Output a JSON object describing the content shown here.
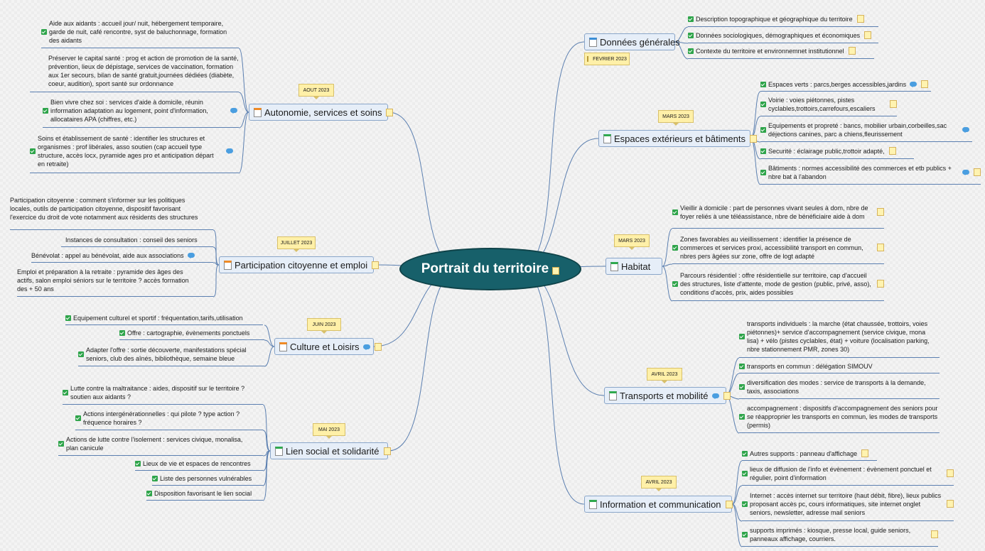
{
  "central": {
    "title": "Portrait du territoire"
  },
  "branches": [
    {
      "id": "donnees",
      "label": "Données générales",
      "date": "FEVRIER 2023",
      "leaves": [
        "Description topographique et géographique du territoire",
        "Données sociologiques, démographiques et économiques",
        "Contexte du territoire et environnemnet institutionnel"
      ]
    },
    {
      "id": "espaces",
      "label": "Espaces extérieurs et bâtiments",
      "date": "MARS 2023",
      "leaves": [
        "Espaces verts : parcs,berges accessibles,jardins",
        "Voirie : voies piétonnes, pistes cyclables,trottoirs,carrefours,escaliers",
        "Equipements et propreté : bancs, mobilier urbain,corbeilles,sac déjections canines, parc a chiens,fleurissement",
        "Securité : éclairage public,trottoir adapté,",
        "Bâtiments : normes accessibilité des commerces et etb publics + nbre bat à l'abandon"
      ]
    },
    {
      "id": "habitat",
      "label": "Habitat",
      "date": "MARS 2023",
      "leaves": [
        "Vieillir à domicile : part de personnes vivant seules à dom, nbre de foyer reliés à une téléassistance, nbre de bénéficiaire aide à dom",
        "Zones favorables au vieillissement : identifier la présence de commerces et services proxi, accessibilité transport en commun, nbres pers âgées sur zone, offre de logt adapté",
        "Parcours résidentiel : offre résidentielle sur territoire, cap d'accueil des structures, liste d'attente, mode de gestion (public, privé, asso), conditions d'accès, prix, aides possibles"
      ]
    },
    {
      "id": "transports",
      "label": "Transports et mobilité",
      "date": "AVRIL 2023",
      "leaves": [
        "transports individuels : la marche (état chaussée, trottoirs, voies piétonnes)+ service d'accompagnement (service civique, mona lisa) + vélo (pistes cyclables, état) + voiture (localisation parking, nbre stationnement PMR, zones 30)",
        "transports en commun : délégation SIMOUV",
        "diversification des modes : service de transports à la demande, taxis, associations",
        "accompagnement : dispositifs d'accompagnement des seniors pour se réapproprier les transports en commun, les modes de transports (permis)"
      ]
    },
    {
      "id": "information",
      "label": "Information et communication",
      "date": "AVRIL 2023",
      "leaves": [
        "Autres supports : panneau d'affichage",
        "lieux de diffusion de l'info et évènement : évènement ponctuel et régulier, point d'information",
        "Internet : accès internet sur territoire (haut débit, fibre), lieux publics proposant accès pc, cours informatiques, site internet onglet seniors, newsletter, adresse mail seniors",
        "supports imprimés : kiosque, presse local, guide seniors, panneaux affichage, courriers."
      ]
    },
    {
      "id": "autonomie",
      "label": "Autonomie, services et soins",
      "date": "AOUT 2023",
      "leaves": [
        "Aide aux aidants : accueil jour/ nuit, hébergement temporaire, garde de nuit, café rencontre, syst de baluchonnage, formation des aidants",
        "Préserver le capital santé : prog et action de promotion de la santé, prévention, lieux de dépistage, services de vaccination, formation aux 1er secours, bilan de santé gratuit,journées dédiées (diabète, coeur, audition), sport santé sur ordonnance",
        "Bien vivre chez soi : services d'aide à domicile, réunin information adaptation au logement, point d'information, allocataires APA (chiffres, etc.)",
        "Soins et établissement de santé : identifier les structures et organismes : prof libérales, asso soutien (cap accueil type structure, accès locx, pyramide ages pro et anticipation départ en retraite)"
      ]
    },
    {
      "id": "participation",
      "label": "Participation citoyenne et emploi",
      "date": "JUILLET 2023",
      "leaves": [
        "Participation citoyenne : comment s'informer sur les politiques locales, outils de participation citoyenne, dispositif favorisant l'exercice du droit de vote notamment aux résidents des structures",
        "Instances de consultation : conseil des seniors",
        "Bénévolat : appel au bénévolat, aide aux associations",
        "Emploi et préparation à la retraite : pyramide des âges des actifs, salon emploi séniors sur le territoire ? accès formation des + 50 ans"
      ]
    },
    {
      "id": "culture",
      "label": "Culture et Loisirs",
      "date": "JUIN 2023",
      "leaves": [
        "Equipement culturel et sportif : fréquentation,tarifs,utilisation",
        "Offre : cartographie, évènements ponctuels",
        "Adapter l'offre : sortie découverte, manifestations spécial seniors, club des aînés, bibliothèque, semaine bleue"
      ]
    },
    {
      "id": "lien",
      "label": "Lien social et solidarité",
      "date": "MAI 2023",
      "leaves": [
        "Lutte contre la maltraitance : aides, dispositif sur le territoire ? soutien aux aidants ?",
        "Actions intergénérationnelles : qui pilote ? type action ? fréquence horaires ?",
        "Actions de lutte contre l'isolement : services civique, monalisa, plan canicule",
        "Lieux de vie et espaces de rencontres",
        "Liste des personnes vulnérables",
        "Disposition favorisant le lien social"
      ]
    }
  ]
}
